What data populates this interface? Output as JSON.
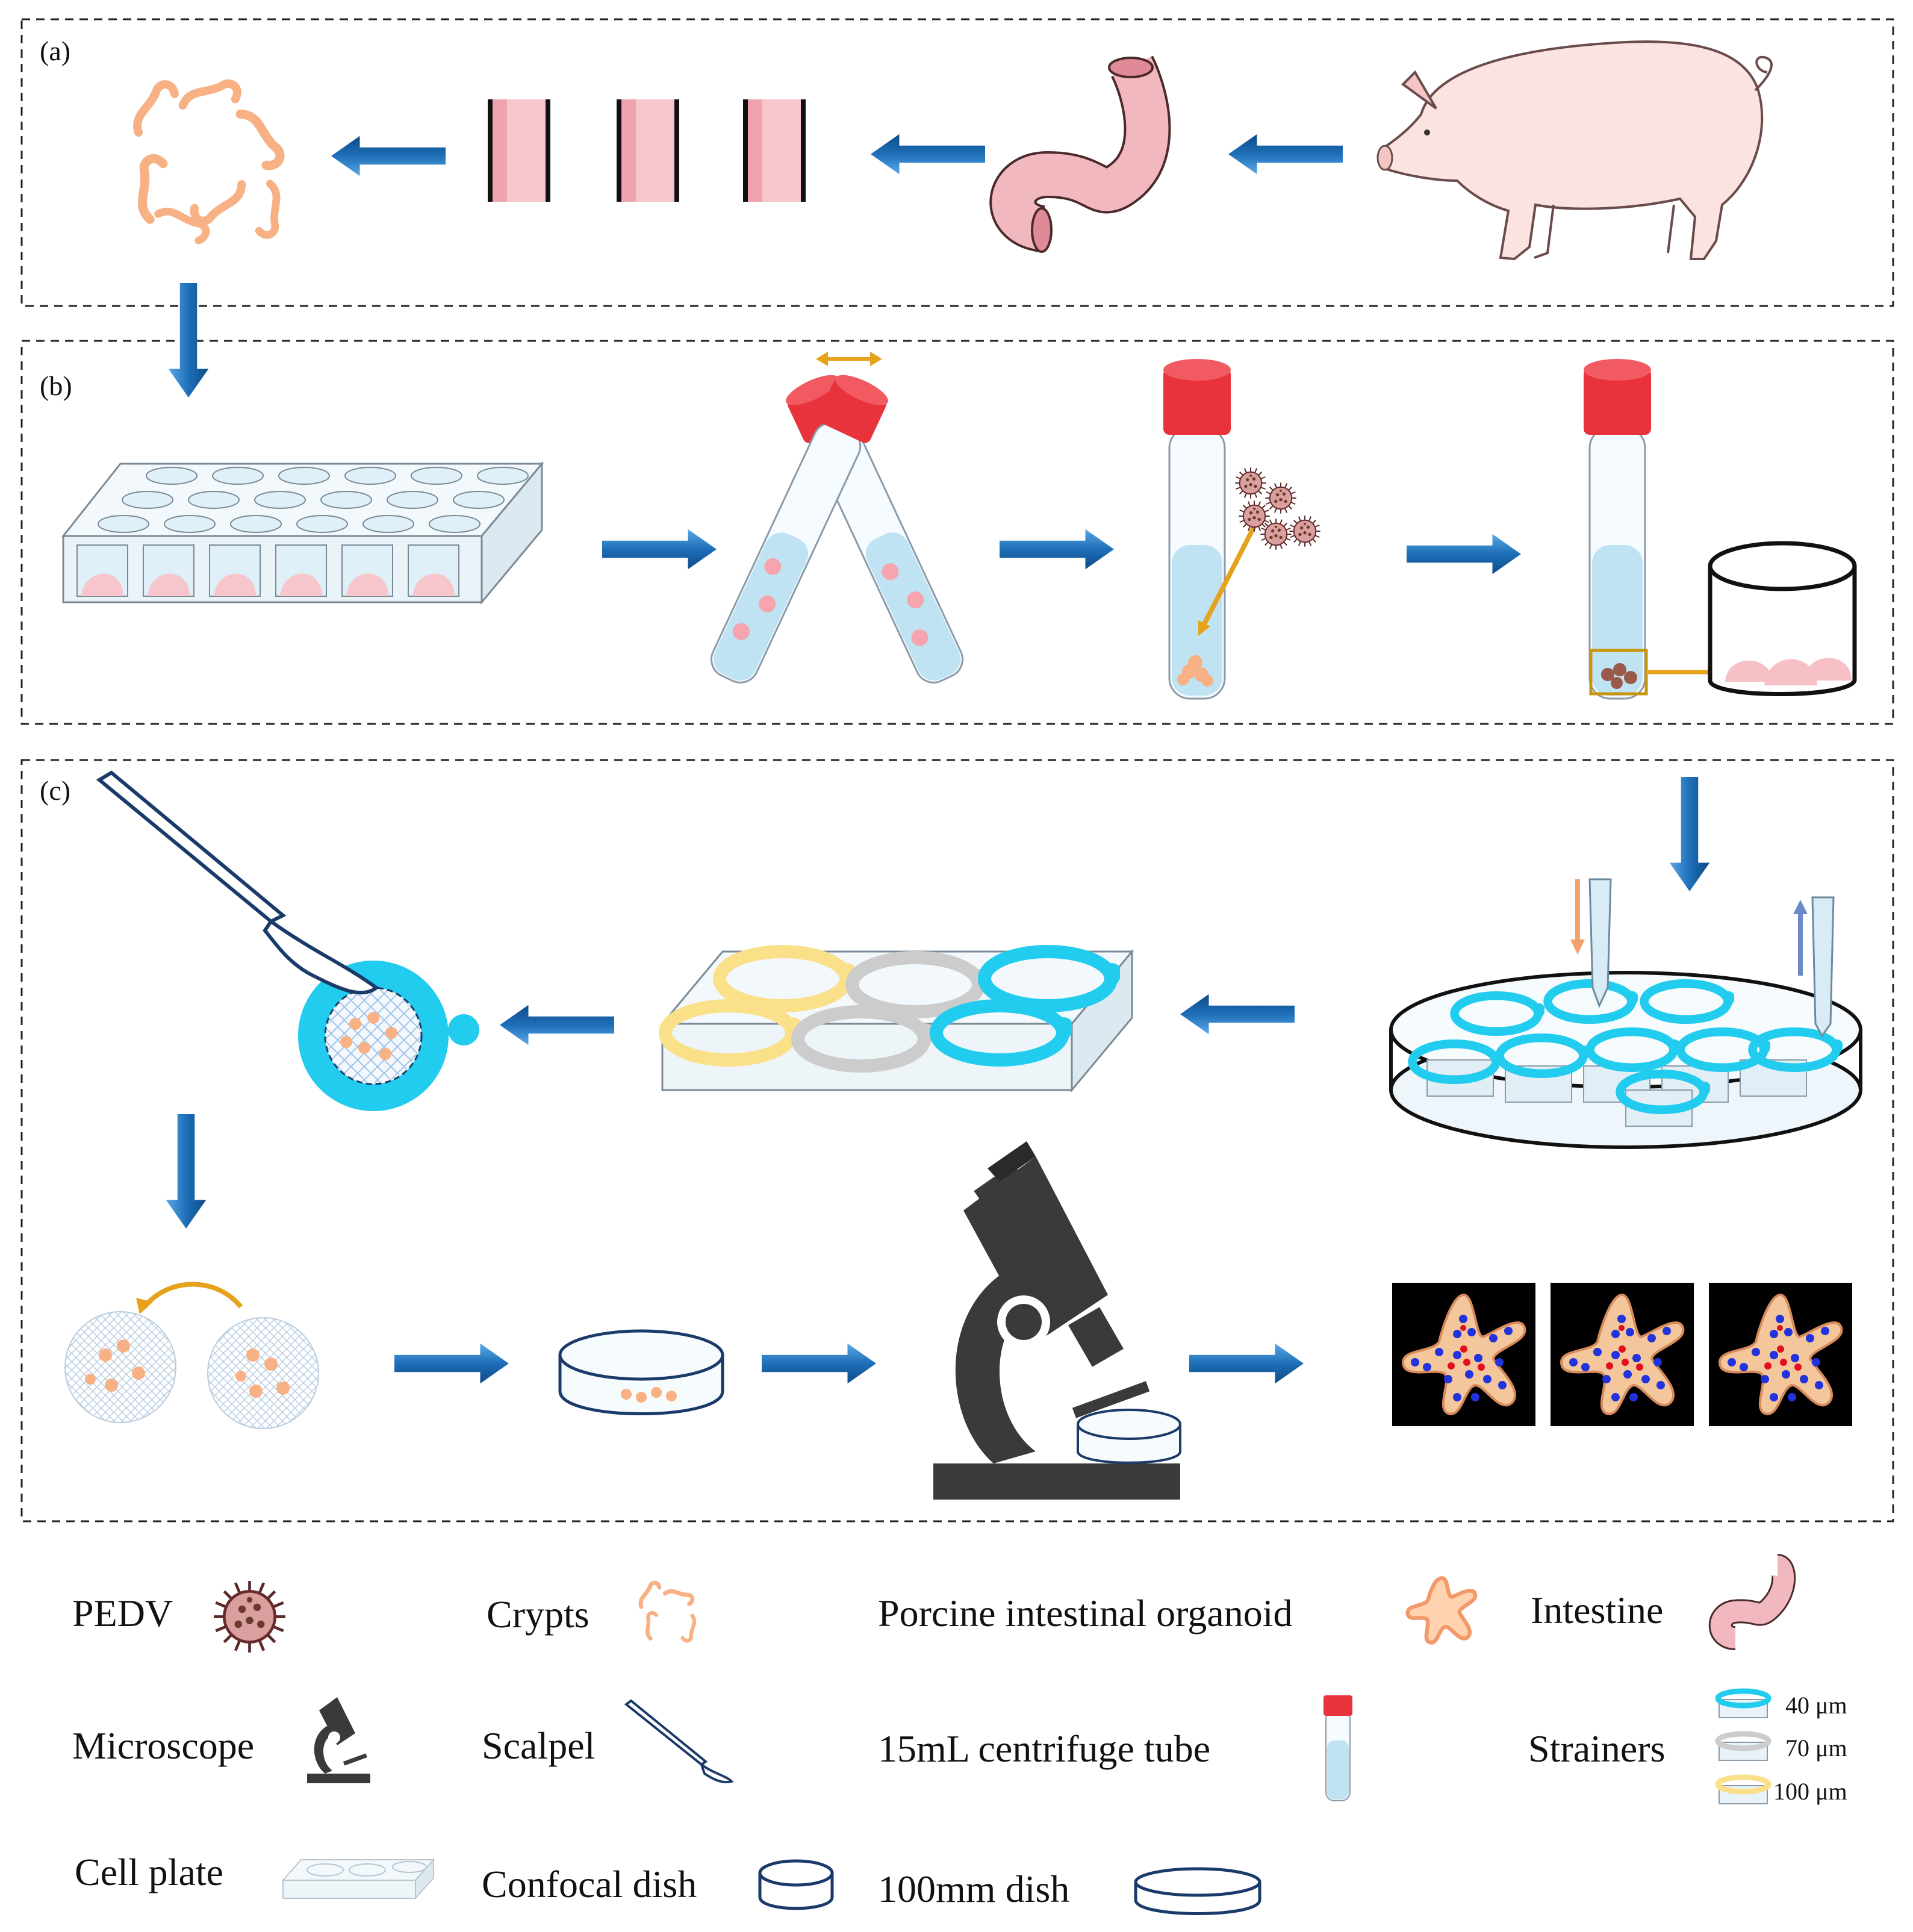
{
  "panels": {
    "a": {
      "label": "(a)"
    },
    "b": {
      "label": "(b)"
    },
    "c": {
      "label": "(c)"
    }
  },
  "legend": {
    "pedv": "PEDV",
    "crypts": "Crypts",
    "organoid": "Porcine intestinal organoid",
    "intestine": "Intestine",
    "microscope": "Microscope",
    "scalpel": "Scalpel",
    "tube": "15mL centrifuge tube",
    "strainers": "Strainers",
    "strainer_sizes": [
      "40 μm",
      "70 μm",
      "100 μm"
    ],
    "cell_plate": "Cell plate",
    "confocal_dish": "Confocal dish",
    "dish_100mm": "100mm dish"
  },
  "colors": {
    "arrow_blue": "#1e6fb8",
    "strainer_40": "#22ccee",
    "strainer_70": "#cccccc",
    "strainer_100": "#fbe08a",
    "crypt_orange": "#f7b184",
    "tube_cap_red": "#e8323c",
    "tube_liquid": "#bfe3f2",
    "intestine_pink": "#f2b8c0",
    "microscope_gray": "#3a3a3a",
    "nuclei_blue": "#2233dd",
    "stain_red": "#e01020",
    "orange_arrow": "#e6a21a"
  }
}
